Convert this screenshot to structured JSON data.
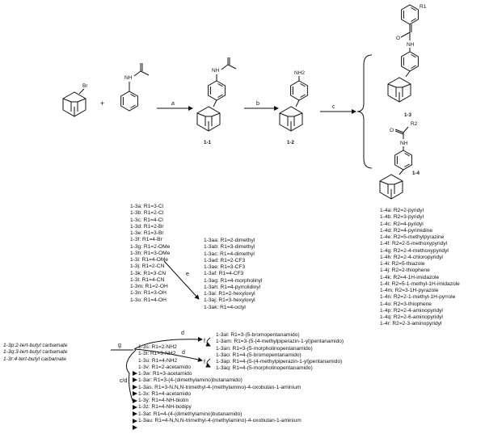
{
  "reaction": {
    "plus": "+",
    "br": "Br",
    "nh": "NH",
    "nh2": "NH2",
    "o": "O",
    "r1": "R1",
    "r2": "R2",
    "steps": {
      "a": "a",
      "b": "b",
      "c": "c",
      "d": "d",
      "e": "e",
      "f": "f",
      "g": "g",
      "cd": "c/d"
    },
    "compounds": {
      "c11": "1-1",
      "c12": "1-2",
      "c13": "1-3",
      "c14": "1-4"
    }
  },
  "carbamates": [
    "1-3p:2-tert-butyl carbamate",
    "1-3q:3-tert-butyl carbamate",
    "1-3r:4-tert-butyl carbamate"
  ],
  "list_3a_3o": [
    "1-3a: R1=3-Cl",
    "1-3b: R1=2-Cl",
    "1-3c: R1=4-Cl",
    "1-3d: R1=2-Br",
    "1-3e: R1=3-Br",
    "1-3f: R1=4-Br",
    "1-3g: R1=2-OMe",
    "1-3h: R1=3-OMe",
    "1-3i: R1=4-OMe",
    "1-3j: R1=2-CN",
    "1-3k: R1=3-CN",
    "1-3l: R1=4-CN",
    "1-3m: R1=2-OH",
    "1-3n: R1=3-OH",
    "1-3o: R1=4-OH"
  ],
  "list_3aa_3ak": [
    "1-3aa: R1=2-dimethyl",
    "1-3ab: R1=3-dimethyl",
    "1-3ac: R1=4-dimethyl",
    "1-3ad: R1=2-CF3",
    "1-3ae: R1=3-CF3",
    "1-3af: R1=4-CF3",
    "1-3ag: R1=4-morpholinyl",
    "1-3ah: R1=4-pyrrolidinyl",
    "1-3ai: R1=2-hexyloxyl",
    "1-3aj: R1=3-hexyloxyl",
    "1-3ak: R1=4-octyl"
  ],
  "list_3al_3aq": [
    "1-3al: R1=3-(5-bromopentanamido)",
    "1-3am: R1=3-(5-(4-methylpiperazin-1-yl)pentanamido)",
    "1-3an: R1=3-(5-morpholinopentanamido)",
    "1-3ao: R1=4-(5-bromopentanamido)",
    "1-3ap: R1=4-(5-(4-methylpiperazin-1-yl)pentanamido)",
    "1-3aq: R1=4-(5-morpholinopentanamido)"
  ],
  "list_3s_3au": [
    "1-3s: R1=2-NH2",
    "1-3t: R1=3-NH2",
    "1-3u: R1=4-NH2",
    "1-3v: R1=2-acetamido",
    "1-3w: R1=3-acetamido",
    "1-3ar: R1=3-(4-(dimethylamino)butanamido)",
    "1-3as: R1=3-N,N,N-trimethyl-4-(methylamino)-4-oxobutan-1-aminium",
    "1-3x: R1=4-acetamido",
    "1-3y: R1=4-NH-biotin",
    "1-3z: R1=4-NH-bodipy",
    "1-3at: R1=4-(4-(dimethylamino)butanamido)",
    "1-3au: R1=4-N,N,N-trimethyl-4-(methylamino)-4-oxobutan-1-aminium"
  ],
  "list_4": [
    "1-4a: R2=2-pyridyl",
    "1-4b: R2=3-pyridyl",
    "1-4c: R2=4-pyridyl",
    "1-4d: R2=4-pyrimidine",
    "1-4e: R2=5-methylpyrazine",
    "1-4f: R2=2-5-methoxypyridyl",
    "1-4g: R2=2-4-methoxypyridyl",
    "1-4h: R2=2-4-chloropyridyl",
    "1-4i: R2=5-thiazole",
    "1-4j: R2=2-thiophene",
    "1-4k: R2=4-1H-imidazole",
    "1-4l: R2=5-1-methyl-1H-imidazole",
    "1-4m: R2=3-1H-pyrazole",
    "1-4n: R2=2-1-methyl-1H-pyrrole",
    "1-4o: R2=3-thiophene",
    "1-4p: R2=2-4-aminopyridyl",
    "1-4q: R2=2-6-aminopyridyl",
    "1-4r: R2=2-3-aminopyridyl"
  ]
}
